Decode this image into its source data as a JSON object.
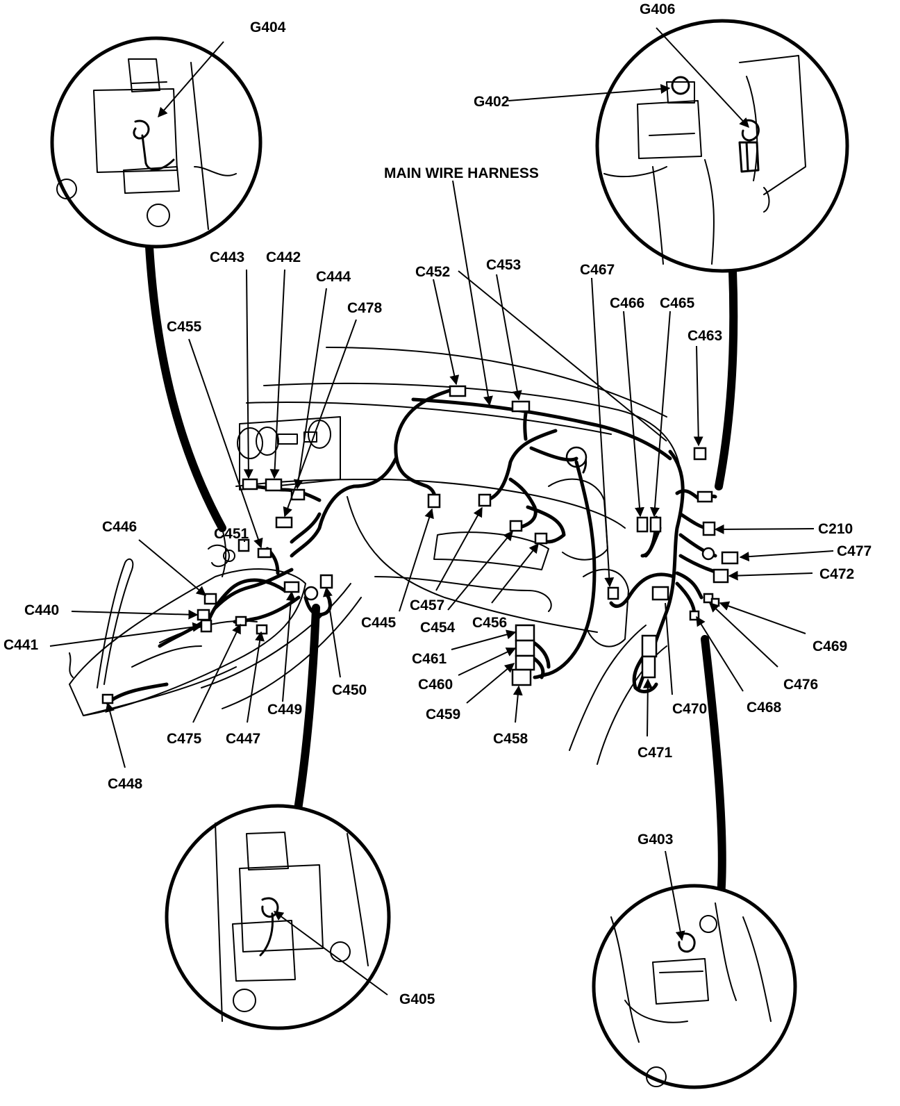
{
  "harness_label": "MAIN WIRE HARNESS",
  "grounds": [
    "G404",
    "G406",
    "G402",
    "G405",
    "G403"
  ],
  "connectors_left": [
    "C443",
    "C442",
    "C444",
    "C478",
    "C455",
    "C451",
    "C446",
    "C440",
    "C441",
    "C475",
    "C447",
    "C449",
    "C450",
    "C448"
  ],
  "connectors_center": [
    "C452",
    "C453",
    "C445",
    "C457",
    "C454",
    "C456",
    "C461",
    "C460",
    "C459",
    "C458"
  ],
  "connectors_right": [
    "C467",
    "C466",
    "C465",
    "C463",
    "C210",
    "C477",
    "C472",
    "C469",
    "C476",
    "C468",
    "C470",
    "C471"
  ]
}
